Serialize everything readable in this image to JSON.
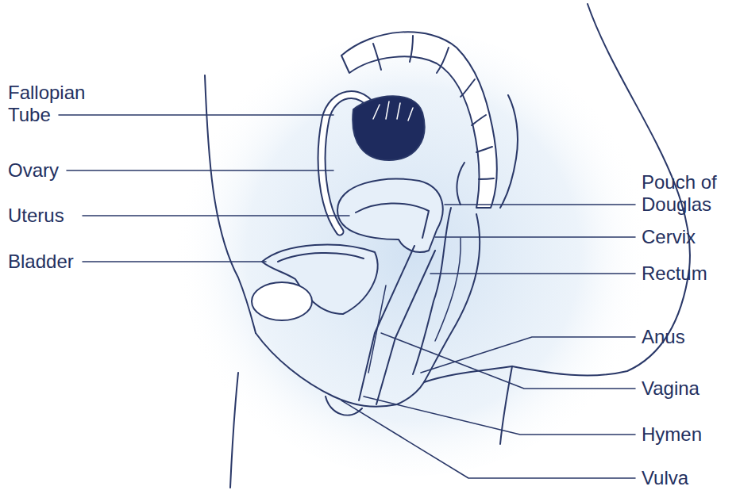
{
  "diagram": {
    "labels": [
      "Fallopian Tube",
      "Ovary",
      "Uterus",
      "Bladder",
      "Pouch of Douglas",
      "Cervix",
      "Rectum",
      "Anus",
      "Vagina",
      "Hymen",
      "Vulva"
    ]
  }
}
